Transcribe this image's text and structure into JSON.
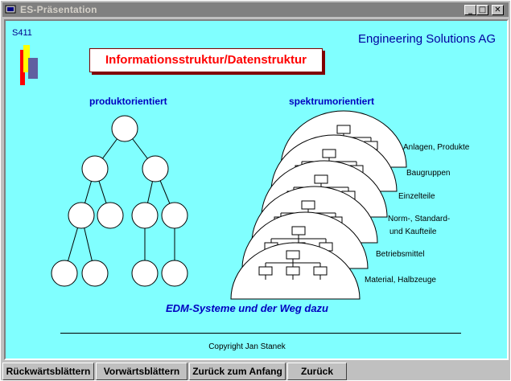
{
  "window": {
    "title": "ES-Präsentation",
    "min_glyph": "_",
    "max_glyph": "□",
    "close_glyph": "✕"
  },
  "slide": {
    "id": "S411",
    "company": "Engineering Solutions AG",
    "title": "Informationsstruktur/Datenstruktur",
    "left_heading": "produktorientiert",
    "right_heading": "spektrumorientiert",
    "levels": [
      "Anlagen, Produkte",
      "Baugruppen",
      "Einzelteile",
      "Norm-, Standard-",
      "und Kaufteile",
      "Betriebsmittel",
      "Material, Halbzeuge"
    ],
    "subtitle": "EDM-Systeme und der Weg dazu",
    "copyright": "Copyright Jan Stanek"
  },
  "nav": {
    "back": "Rückwärtsblättern",
    "forward": "Vorwärtsblättern",
    "start": "Zurück zum Anfang",
    "return": "Zurück"
  },
  "colors": {
    "background": "#80ffff",
    "title_text": "#ff0000",
    "heading_text": "#0000c0",
    "company_text": "#0000a0"
  }
}
